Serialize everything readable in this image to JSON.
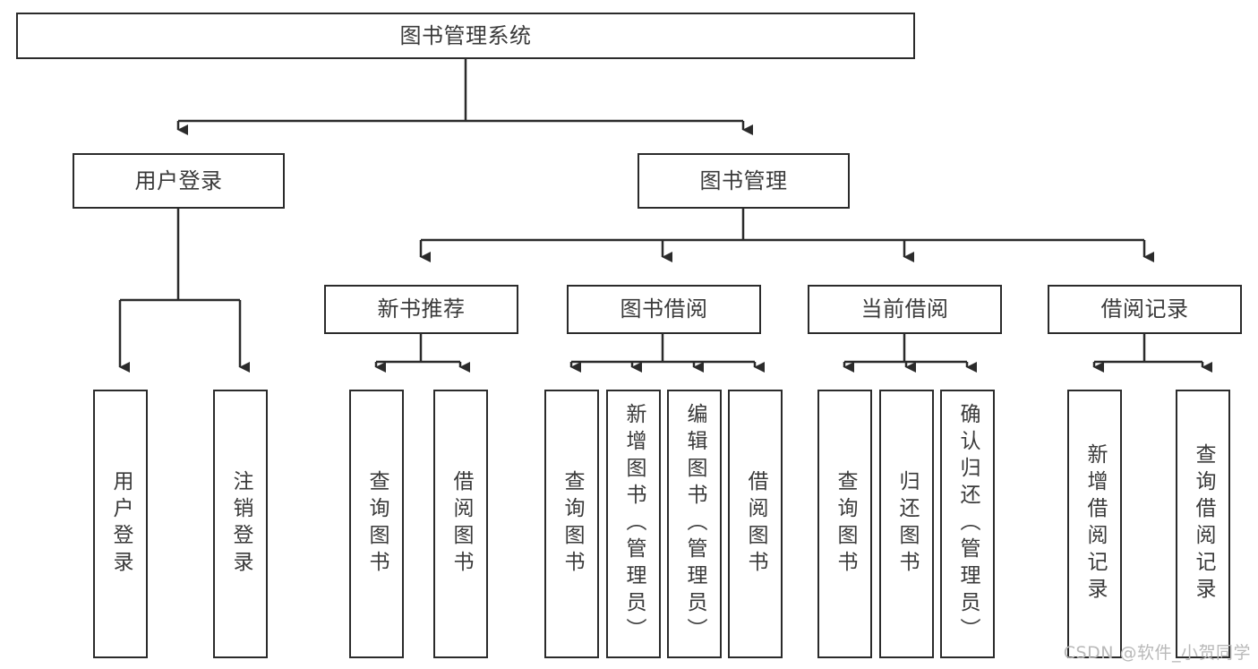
{
  "diagram": {
    "title": "图书管理系统",
    "type": "tree-hierarchy-diagram",
    "root": {
      "id": "root",
      "label": "图书管理系统"
    },
    "level2": [
      {
        "id": "user-login",
        "label": "用户登录"
      },
      {
        "id": "book-management",
        "label": "图书管理"
      }
    ],
    "level3": [
      {
        "id": "new-book-recommend",
        "label": "新书推荐",
        "parent": "book-management"
      },
      {
        "id": "book-borrow",
        "label": "图书借阅",
        "parent": "book-management"
      },
      {
        "id": "current-borrow",
        "label": "当前借阅",
        "parent": "book-management"
      },
      {
        "id": "borrow-record",
        "label": "借阅记录",
        "parent": "book-management"
      }
    ],
    "leaves": [
      {
        "id": "leaf-user-login",
        "label": "用户登录",
        "parent": "user-login"
      },
      {
        "id": "leaf-logout-login",
        "label": "注销登录",
        "parent": "user-login"
      },
      {
        "id": "leaf-query-book-1",
        "label": "查询图书",
        "parent": "new-book-recommend"
      },
      {
        "id": "leaf-borrow-book-1",
        "label": "借阅图书",
        "parent": "new-book-recommend"
      },
      {
        "id": "leaf-query-book-2",
        "label": "查询图书",
        "parent": "book-borrow"
      },
      {
        "id": "leaf-add-book",
        "label": "新增图书（管理员）",
        "parent": "book-borrow"
      },
      {
        "id": "leaf-edit-book",
        "label": "编辑图书（管理员）",
        "parent": "book-borrow"
      },
      {
        "id": "leaf-borrow-book-2",
        "label": "借阅图书",
        "parent": "book-borrow"
      },
      {
        "id": "leaf-query-book-3",
        "label": "查询图书",
        "parent": "current-borrow"
      },
      {
        "id": "leaf-return-book",
        "label": "归还图书",
        "parent": "current-borrow"
      },
      {
        "id": "leaf-confirm-return",
        "label": "确认归还（管理员）",
        "parent": "current-borrow"
      },
      {
        "id": "leaf-add-borrow-record",
        "label": "新增借阅记录",
        "parent": "borrow-record"
      },
      {
        "id": "leaf-query-borrow-record",
        "label": "查询借阅记录",
        "parent": "borrow-record"
      }
    ],
    "colors": {
      "stroke": "#2b2b2b",
      "fill": "#ffffff",
      "text": "#3a3a3a",
      "watermark": "#b9b9b9"
    }
  },
  "watermark": {
    "text": "CSDN @软件_小贺同学"
  }
}
